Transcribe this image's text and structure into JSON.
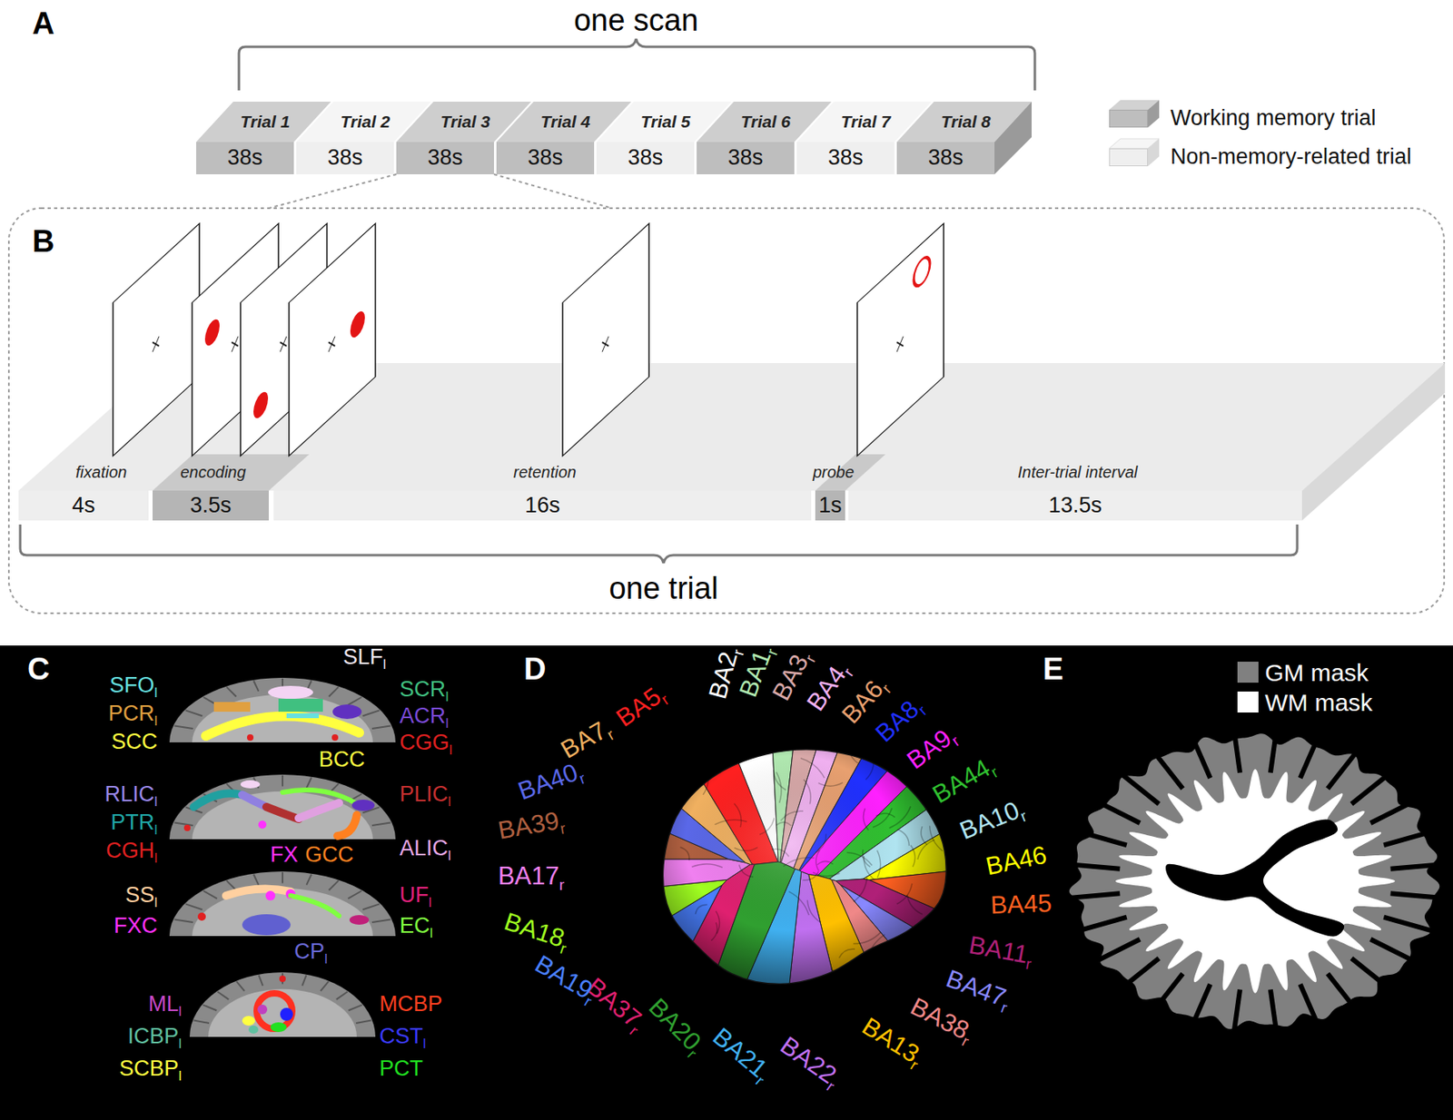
{
  "diagram": {
    "nodes": [
      {
        "text": [
          "Trial 1",
          "38s"
        ]
      },
      {
        "text": [
          "Trial 2",
          "38s"
        ]
      },
      {
        "text": [
          "Trial 3",
          "38s"
        ]
      },
      {
        "text": [
          "Trial 4",
          "38s"
        ]
      },
      {
        "text": [
          "Trial 5",
          "38s"
        ]
      },
      {
        "text": [
          "Trial 6",
          "38s"
        ]
      },
      {
        "text": [
          "Trial 7",
          "38s"
        ]
      },
      {
        "text": [
          "Trial 8",
          "38s"
        ]
      },
      {
        "text": [
          "fixation",
          "4s"
        ]
      },
      {
        "text": [
          "encoding",
          "3.5s"
        ]
      },
      {
        "text": [
          "retention",
          "16s"
        ]
      },
      {
        "text": [
          "probe",
          "1s"
        ]
      },
      {
        "text": [
          "Inter-trial interval",
          "13.5s"
        ]
      }
    ],
    "labels": [
      "A",
      "one scan",
      "B",
      "one trial",
      "C",
      "SFO",
      "l",
      "PCR",
      "l",
      "SCC",
      "SLF",
      "l",
      "SCR",
      "l",
      "ACR",
      "l",
      "CGG",
      "l",
      "BCC",
      "RLIC",
      "l",
      "PTR",
      "l",
      "CGH",
      "l",
      "PLIC",
      "l",
      "ALIC",
      "l",
      "FX",
      "GCC",
      "SS",
      "l",
      "FXC",
      "UF",
      "l",
      "EC",
      "l",
      "CP",
      "l",
      "ML",
      "l",
      "ICBP",
      "l",
      "SCBP",
      "l",
      "MCBP",
      "CST",
      "l",
      "PCT",
      "D",
      "BA5",
      "r",
      "BA2",
      "r",
      "BA1",
      "r",
      "BA3",
      "r",
      "BA4",
      "r",
      "BA6",
      "r",
      "BA8",
      "r",
      "BA9",
      "r",
      "BA44",
      "r",
      "BA10",
      "r",
      "BA46",
      "BA45",
      "BA11",
      "r",
      "BA47",
      "r",
      "BA38",
      "r",
      "BA13",
      "r",
      "BA22",
      "r",
      "BA21",
      "r",
      "BA20",
      "r",
      "BA37",
      "r",
      "BA19",
      "r",
      "BA18",
      "r",
      "BA17",
      "r",
      "BA39",
      "r",
      "BA40",
      "r",
      "BA7",
      "r",
      "E"
    ],
    "legend": [
      {
        "text": "Working memory trial",
        "color": "#bebebe"
      },
      {
        "text": "Non-memory-related trial",
        "color": "#efefef"
      },
      {
        "text": "GM mask",
        "color": "#808080"
      },
      {
        "text": "WM mask",
        "color": "#ffffff"
      }
    ]
  }
}
